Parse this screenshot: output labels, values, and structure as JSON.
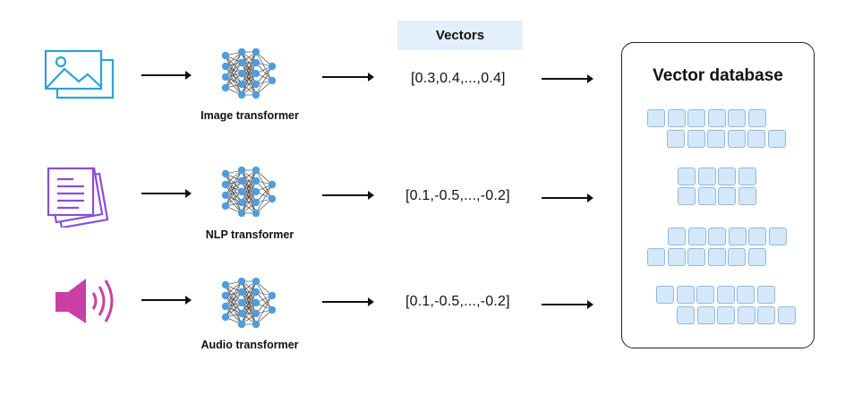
{
  "vectors_header": "Vectors",
  "database_title": "Vector database",
  "rows": [
    {
      "icon": "image-icon",
      "label": "Image transformer",
      "vector": "[0.3,0.4,...,0.4]"
    },
    {
      "icon": "document-icon",
      "label": "NLP transformer",
      "vector": "[0.1,-0.5,...,-0.2]"
    },
    {
      "icon": "speaker-icon",
      "label": "Audio transformer",
      "vector": "[0.1,-0.5,...,-0.2]"
    }
  ],
  "colors": {
    "image_icon": "#2ba3d4",
    "document_icon": "#8b4ed8",
    "speaker_icon": "#c93fa6",
    "node": "#4f9de0",
    "cell_fill": "#d4e8fa",
    "cell_border": "#8fb9dd",
    "header_bg": "#e3f0fb"
  }
}
